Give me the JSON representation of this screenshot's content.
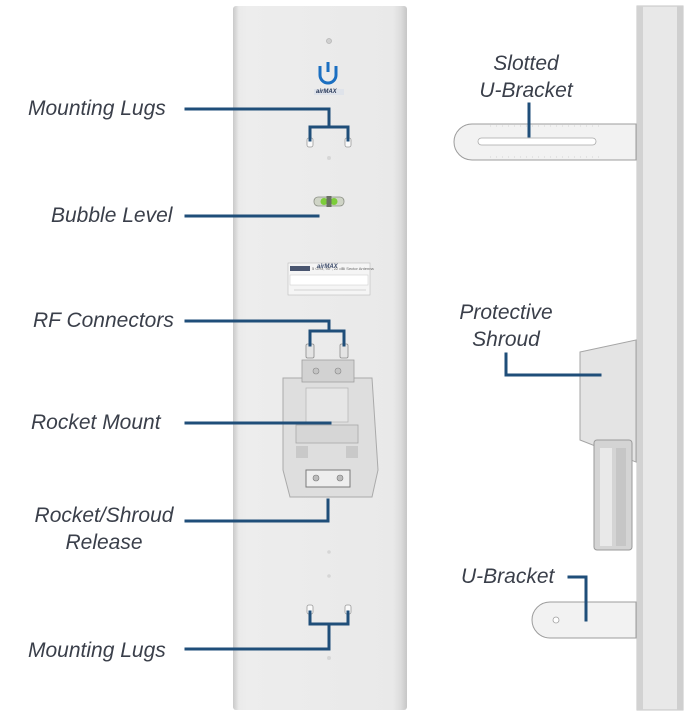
{
  "labels": {
    "mounting_lugs_top": "Mounting Lugs",
    "bubble_level": "Bubble Level",
    "rf_connectors": "RF Connectors",
    "rocket_mount": "Rocket Mount",
    "rocket_shroud_release_line1": "Rocket/Shroud",
    "rocket_shroud_release_line2": "Release",
    "mounting_lugs_bottom": "Mounting Lugs",
    "slotted_u_bracket_line1": "Slotted",
    "slotted_u_bracket_line2": "U-Bracket",
    "protective_shroud_line1": "Protective",
    "protective_shroud_line2": "Shroud",
    "u_bracket": "U-Bracket"
  },
  "brand": {
    "logo_mark": "U",
    "product_badge_top": "airMAX",
    "product_badge_mid": "airMAX",
    "spec_line": "5 GHz, 90°, 22 dBi Sector Antenna"
  },
  "colors": {
    "leader_line": "#1f4e79",
    "label_text": "#3a3f4a",
    "panel_face": "#e9e9e9",
    "logo_blue": "#1b6fc1",
    "bubble_green": "#7ccd3a"
  }
}
